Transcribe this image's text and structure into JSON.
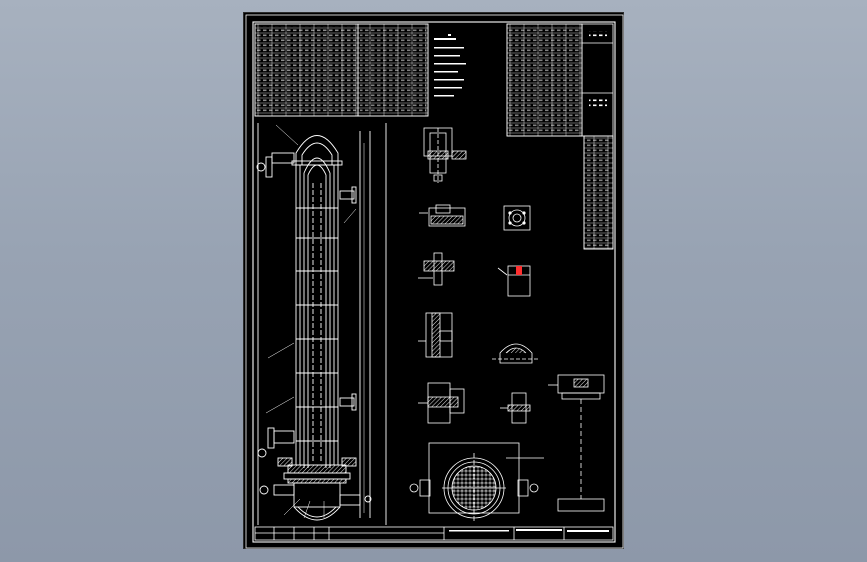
{
  "viewport": {
    "background": "#98a3b3",
    "sheet_background": "#000000"
  },
  "drawing": {
    "kind": "cad-engineering-drawing",
    "subject": "vertical-heat-exchanger",
    "line_color": "#ffffff",
    "hatch_color": "#ffffff",
    "accent_color": "#ff3030",
    "text_legible": false,
    "views": [
      "main-elevation",
      "detail-1",
      "detail-2",
      "detail-3",
      "detail-4",
      "detail-5",
      "detail-6",
      "detail-7",
      "detail-8",
      "detail-9",
      "cross-section",
      "tube-sheet-view"
    ]
  }
}
